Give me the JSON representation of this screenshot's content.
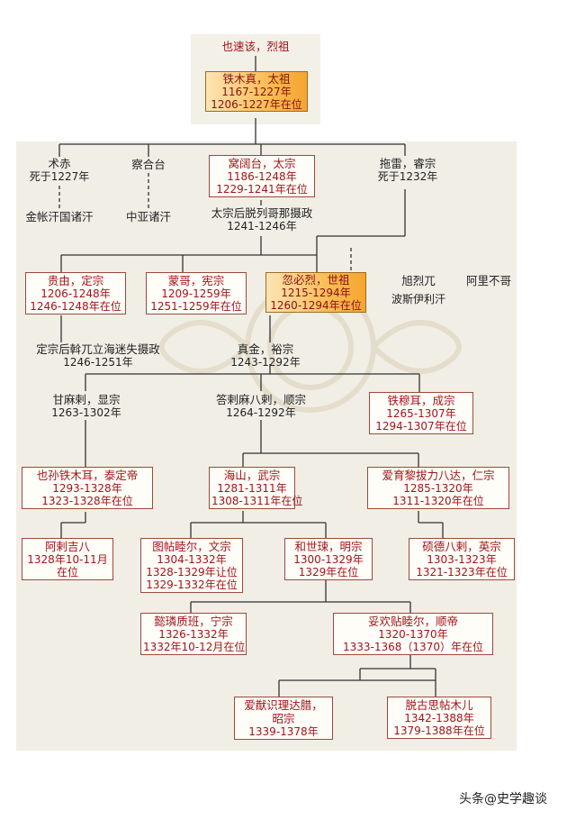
{
  "nodes": {
    "yesugei": {
      "name": "也速该，烈祖"
    },
    "temujin": {
      "name": "铁木真，太祖",
      "life": "1167-1227年",
      "reign": "1206-1227年在位"
    },
    "jochi": {
      "name": "术赤",
      "life": "死于1227年"
    },
    "chagatai": {
      "name": "察合台"
    },
    "golden_horde": {
      "name": "金帐汗国诸汗"
    },
    "central_asia": {
      "name": "中亚诸汗"
    },
    "ogedei": {
      "name": "窝阔台，太宗",
      "life": "1186-1248年",
      "reign": "1229-1241年在位"
    },
    "toregene": {
      "name": "太宗后脱列哥那摄政",
      "life": "1241-1246年"
    },
    "tolui": {
      "name": "拖雷，睿宗",
      "life": "死于1232年"
    },
    "guyuk": {
      "name": "贵由，定宗",
      "life": "1206-1248年",
      "reign": "1246-1248年在位"
    },
    "mongke": {
      "name": "蒙哥，宪宗",
      "life": "1209-1259年",
      "reign": "1251-1259年在位"
    },
    "kublai": {
      "name": "忽必烈，世祖",
      "life": "1215-1294年",
      "reign": "1260-1294年在位"
    },
    "hulagu": {
      "name": "旭烈兀",
      "life": "波斯伊利汗"
    },
    "ariq": {
      "name": "阿里不哥"
    },
    "oghul": {
      "name": "定宗后斡兀立海迷失摄政",
      "life": "1246-1251年"
    },
    "zhenjin": {
      "name": "真金，裕宗",
      "life": "1243-1292年"
    },
    "gammala": {
      "name": "甘麻剌，显宗",
      "life": "1263-1302年"
    },
    "darmabala": {
      "name": "答剌麻八剌，顺宗",
      "life": "1264-1292年"
    },
    "temur": {
      "name": "铁穆耳，成宗",
      "life": "1265-1307年",
      "reign": "1294-1307年在位"
    },
    "yesun": {
      "name": "也孙铁木耳，泰定帝",
      "life": "1293-1328年",
      "reign": "1323-1328年在位"
    },
    "haishan": {
      "name": "海山，武宗",
      "life": "1281-1311年",
      "reign": "1308-1311年在位"
    },
    "ayurbarwada": {
      "name": "爱育黎拔力八达，仁宗",
      "life": "1285-1320年",
      "reign": "1311-1320年在位"
    },
    "aragibag": {
      "name": "阿剌吉八",
      "life": "1328年10-11月",
      "reign": "在位"
    },
    "tugh": {
      "name": "图帖睦尔，文宗",
      "life": "1304-1332年",
      "reign": "1328-1329年让位",
      "reign2": "1329-1332年在位"
    },
    "kusala": {
      "name": "和世㻋，明宗",
      "life": "1300-1329年",
      "reign": "1329年在位"
    },
    "shidebala": {
      "name": "硕德八剌，英宗",
      "life": "1303-1323年",
      "reign": "1321-1323年在位"
    },
    "rinchinbal": {
      "name": "懿璘质班，宁宗",
      "life": "1326-1332年",
      "reign": "1332年10-12月在位"
    },
    "toghon": {
      "name": "妥欢贴睦尔，顺帝",
      "life": "1320-1370年",
      "reign": "1333-1368（1370）年在位"
    },
    "ayushiridara": {
      "name": "爱猷识理达腊，",
      "name2": "昭宗",
      "life": "1339-1378年"
    },
    "toghus": {
      "name": "脱古思帖木儿",
      "life": "1342-1388年",
      "reign": "1379-1388年在位"
    }
  },
  "footer": "头条@史学趣谈"
}
